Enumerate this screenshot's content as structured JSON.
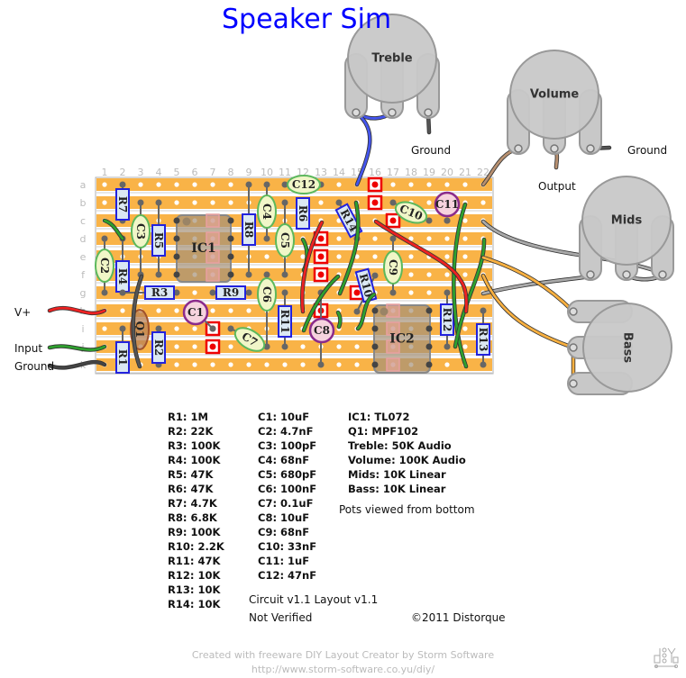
{
  "title": "Speaker Sim",
  "board": {
    "columns": [
      "1",
      "2",
      "3",
      "4",
      "5",
      "6",
      "7",
      "8",
      "9",
      "10",
      "11",
      "12",
      "13",
      "14",
      "15",
      "16",
      "17",
      "18",
      "19",
      "20",
      "21",
      "22"
    ],
    "rows": [
      "a",
      "b",
      "c",
      "d",
      "e",
      "f",
      "g",
      "h",
      "i",
      "j",
      "k"
    ],
    "components": {
      "R1": "R1",
      "R2": "R2",
      "R3": "R3",
      "R4": "R4",
      "R5": "R5",
      "R6": "R6",
      "R7": "R7",
      "R8": "R8",
      "R9": "R9",
      "R10": "R10",
      "R11": "R11",
      "R12": "R12",
      "R13": "R13",
      "R14": "R14",
      "C1": "C1",
      "C2": "C2",
      "C3": "C3",
      "C4": "C4",
      "C5": "C5",
      "C6": "C6",
      "C7": "C7",
      "C8": "C8",
      "C9": "C9",
      "C10": "C10",
      "C11": "C11",
      "C12": "C12",
      "IC1": "IC1",
      "IC2": "IC2",
      "Q1": "Q1"
    }
  },
  "pots": {
    "treble": "Treble",
    "volume": "Volume",
    "mids": "Mids",
    "bass": "Bass"
  },
  "labels": {
    "ground_treble": "Ground",
    "ground_volume": "Ground",
    "output": "Output",
    "vplus": "V+",
    "input": "Input",
    "ground_in": "Ground"
  },
  "parts": {
    "resistors": [
      "R1: 1M",
      "R2: 22K",
      "R3: 100K",
      "R4: 100K",
      "R5: 47K",
      "R6: 47K",
      "R7: 4.7K",
      "R8: 6.8K",
      "R9: 100K",
      "R10: 2.2K",
      "R11: 47K",
      "R12: 10K",
      "R13: 10K",
      "R14: 10K"
    ],
    "capacitors": [
      "C1: 10uF",
      "C2: 4.7nF",
      "C3: 100pF",
      "C4: 68nF",
      "C5: 680pF",
      "C6: 100nF",
      "C7: 0.1uF",
      "C8: 10uF",
      "C9: 68nF",
      "C10: 33nF",
      "C11: 1uF",
      "C12: 47nF"
    ],
    "other": [
      "IC1: TL072",
      "Q1: MPF102",
      "Treble: 50K Audio",
      "Volume: 100K Audio",
      "Mids: 10K Linear",
      "Bass: 10K Linear"
    ]
  },
  "notes": {
    "pots": "Pots viewed from bottom",
    "version": "Circuit v1.1 Layout v1.1",
    "verified": "Not Verified",
    "copyright": "©2011 Distorque"
  },
  "footer": {
    "line1": "Created with freeware DIY Layout Creator by Storm Software",
    "line2": "http://www.storm-software.co.yu/diy/"
  },
  "colors": {
    "title": "#0000ff",
    "strip": "#f9b347",
    "resistor_border": "#2222dd",
    "film_cap": "#5cb85c",
    "electrolytic": "#8b2b8b",
    "track_cut": "#ee0000",
    "pot": "#c8c8c8"
  }
}
